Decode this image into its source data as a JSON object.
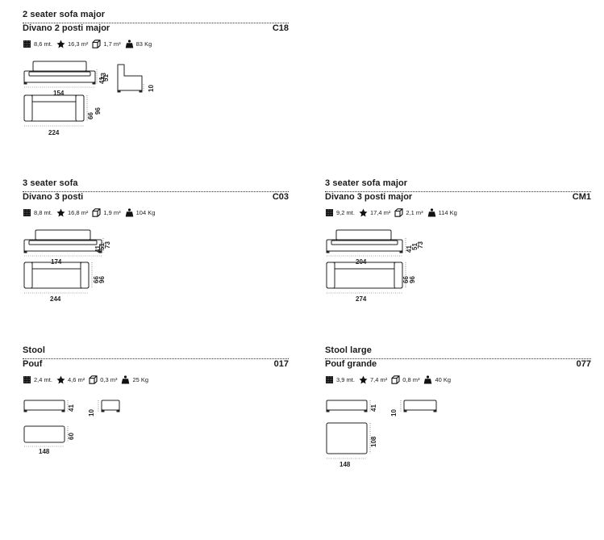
{
  "cards": [
    {
      "title_en": "2 seater sofa major",
      "title_it": "Divano 2 posti major",
      "code": "C18",
      "fabric": "8,6 mt.",
      "leather": "16,3 m²",
      "volume": "1,7 m³",
      "weight": "83 Kg",
      "front_width": "154",
      "seat_h": "41",
      "arm_h": "51",
      "back_h": "73",
      "side_h": "10",
      "plan_width": "224",
      "depth_seat": "66",
      "depth": "96"
    },
    {
      "title_en": "3 seater sofa",
      "title_it": "Divano 3 posti",
      "code": "C03",
      "fabric": "8,8 mt.",
      "leather": "16,8 m²",
      "volume": "1,9 m³",
      "weight": "104 Kg",
      "front_width": "174",
      "seat_h": "41",
      "arm_h": "51",
      "back_h": "73",
      "plan_width": "244",
      "depth_seat": "66",
      "depth": "96"
    },
    {
      "title_en": "3 seater sofa major",
      "title_it": "Divano 3 posti major",
      "code": "CM1",
      "fabric": "9,2 mt.",
      "leather": "17,4 m²",
      "volume": "2,1 m³",
      "weight": "114 Kg",
      "front_width": "204",
      "seat_h": "41",
      "arm_h": "51",
      "back_h": "73",
      "plan_width": "274",
      "depth_seat": "66",
      "depth": "96"
    },
    {
      "title_en": "Stool",
      "title_it": "Pouf",
      "code": "017",
      "fabric": "2,4 mt.",
      "leather": "4,6 m²",
      "volume": "0,3 m³",
      "weight": "25 Kg",
      "front_h": "41",
      "side_h": "10",
      "plan_width": "148",
      "depth": "60"
    },
    {
      "title_en": "Stool large",
      "title_it": "Pouf grande",
      "code": "077",
      "fabric": "3,9 mt.",
      "leather": "7,4 m²",
      "volume": "0,8 m³",
      "weight": "40 Kg",
      "front_h": "41",
      "side_h": "10",
      "plan_width": "148",
      "depth": "108"
    }
  ]
}
